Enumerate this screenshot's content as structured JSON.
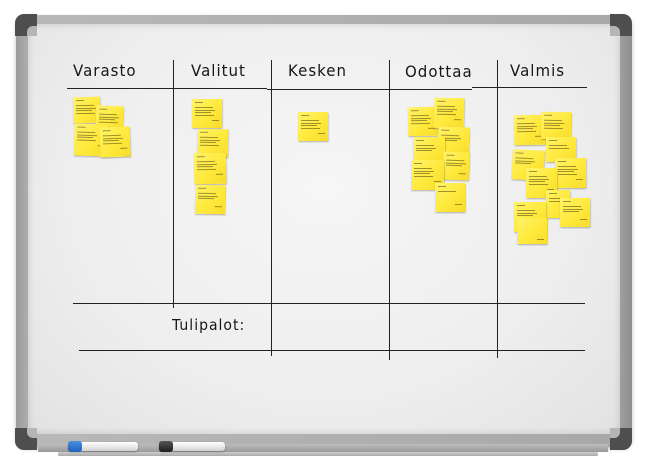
{
  "board": {
    "type": "kanban-whiteboard",
    "columns": [
      {
        "label": "Varasto",
        "note_count": 4
      },
      {
        "label": "Valitut",
        "note_count": 4
      },
      {
        "label": "Kesken",
        "note_count": 1
      },
      {
        "label": "Odottaa",
        "note_count": 8
      },
      {
        "label": "Valmis",
        "note_count": 12
      }
    ],
    "swimlane": {
      "label": "Tulipalot:"
    },
    "colors": {
      "note": "#ffe93b",
      "frame": "#a8a8a8",
      "corner": "#4e4e4e",
      "ink": "#161616",
      "marker_blue": "#2f73cc",
      "marker_black": "#2a2a2a"
    }
  },
  "tray": {
    "markers": [
      {
        "color": "blue",
        "label": "blue-marker"
      },
      {
        "color": "black",
        "label": "black-marker"
      }
    ]
  }
}
